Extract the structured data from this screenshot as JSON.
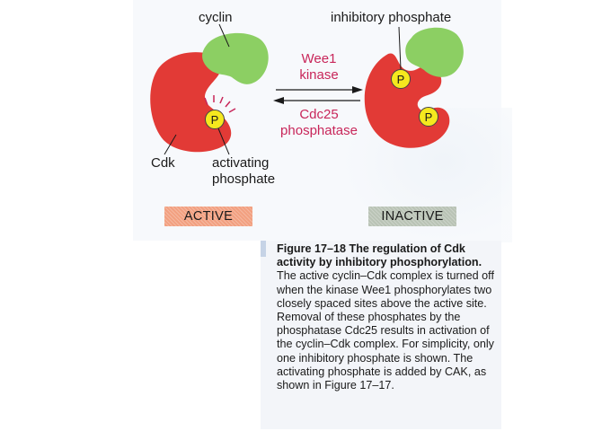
{
  "diagram": {
    "left_labels": {
      "cyclin": "cyclin",
      "cdk": "Cdk",
      "activating_phosphate_line1": "activating",
      "activating_phosphate_line2": "phosphate"
    },
    "right_labels": {
      "inhibitory_phosphate": "inhibitory phosphate"
    },
    "forward_reaction": {
      "line1": "Wee1",
      "line2": "kinase"
    },
    "reverse_reaction": {
      "line1": "Cdc25",
      "line2": "phosphatase"
    },
    "phosphate_symbol": "P",
    "states": {
      "active": "ACTIVE",
      "inactive": "INACTIVE"
    },
    "colors": {
      "cdk": "#e23a36",
      "cyclin": "#8ccf63",
      "phosphate": "#f5e81e",
      "enzyme_text": "#c8265a",
      "active_badge": "#f2a080",
      "inactive_badge": "#b9c3b5"
    }
  },
  "caption": {
    "title": "Figure 17–18 The regulation of Cdk activity by inhibitory phosphorylation.",
    "body": " The active cyclin–Cdk complex is turned off when the kinase Wee1 phosphorylates two closely spaced sites above the active site. Removal of these phosphates by the phosphatase Cdc25 results in activation of the cyclin–Cdk complex. For simplicity, only one inhibitory phosphate is shown. The activating phosphate is added by CAK, as shown in Figure 17–17."
  }
}
